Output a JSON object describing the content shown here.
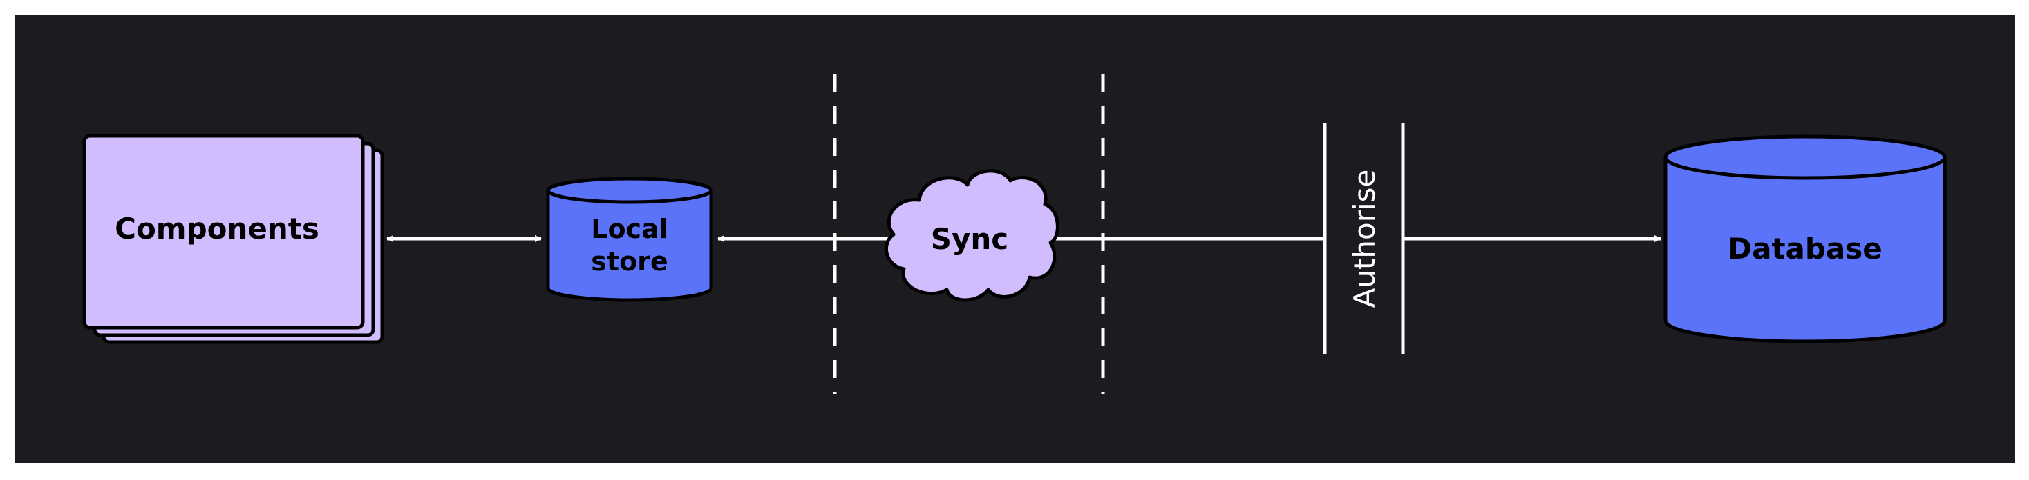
{
  "diagram": {
    "colors": {
      "background": "#1c1b20",
      "outer_background": "#ffffff",
      "component_fill": "#d1bcfd",
      "store_fill": "#5b73f8",
      "outline": "#000000",
      "line": "#ffffff",
      "text_dark": "#000000",
      "text_light": "#ffffff"
    },
    "nodes": {
      "components": {
        "label": "Components"
      },
      "local_store": {
        "label_line1": "Local",
        "label_line2": "store"
      },
      "sync": {
        "label": "Sync"
      },
      "authorise": {
        "label": "Authorise"
      },
      "database": {
        "label": "Database"
      }
    },
    "connections": [
      {
        "from": "components",
        "to": "local_store",
        "direction": "both"
      },
      {
        "from": "sync",
        "to": "local_store",
        "direction": "one-way"
      },
      {
        "from": "sync",
        "to": "database",
        "direction": "one-way",
        "via": "authorise"
      }
    ]
  }
}
